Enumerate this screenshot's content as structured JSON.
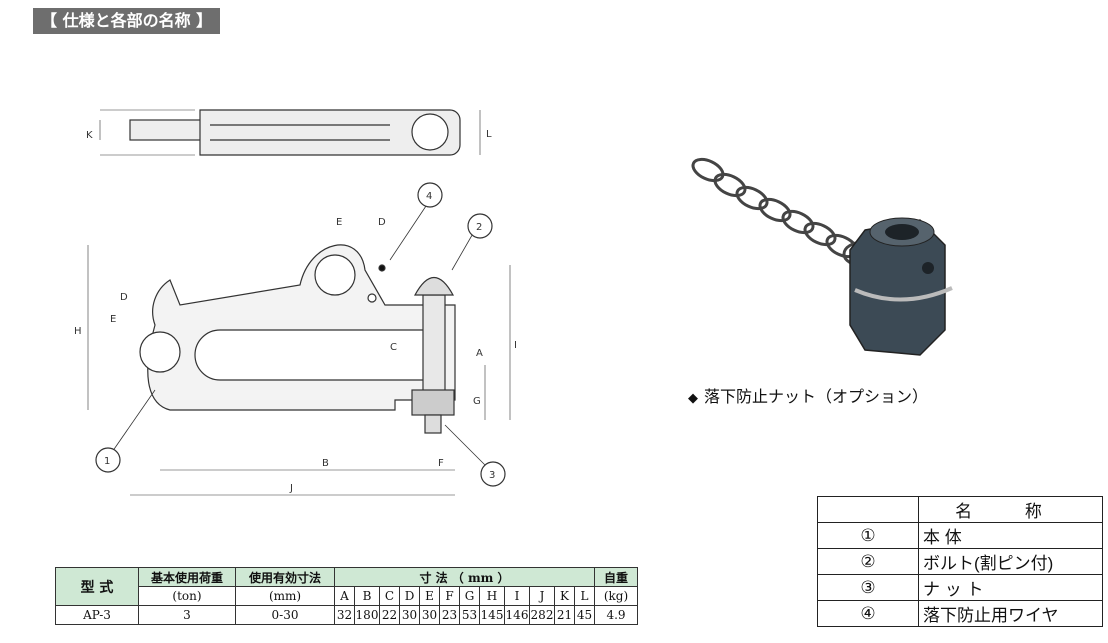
{
  "header": {
    "title": "【 仕様と各部の名称 】"
  },
  "drawing": {
    "dim_labels": {
      "K": "K",
      "L": "L",
      "E": "E",
      "D": "D",
      "H": "H",
      "C": "C",
      "A": "A",
      "I": "I",
      "G": "G",
      "B": "B",
      "F": "F",
      "J": "J"
    },
    "callouts": {
      "c1": "1",
      "c2": "2",
      "c3": "3",
      "c4": "4"
    }
  },
  "photo": {
    "caption_bullet": "◆",
    "caption": "落下防止ナット（オプション）"
  },
  "spec_table": {
    "col_model": "型 式",
    "col_load": "基本使用荷重",
    "col_load_unit": "(ton)",
    "col_range": "使用有効寸法",
    "col_range_unit": "(mm)",
    "col_dims": "寸 法 （ mm ）",
    "col_weight": "自重",
    "col_weight_unit": "(kg)",
    "dim_headers": [
      "A",
      "B",
      "C",
      "D",
      "E",
      "F",
      "G",
      "H",
      "I",
      "J",
      "K",
      "L"
    ],
    "row": {
      "model": "AP-3",
      "load": "3",
      "range": "0-30",
      "dims": [
        "32",
        "180",
        "22",
        "30",
        "30",
        "23",
        "53",
        "145",
        "146",
        "282",
        "21",
        "45"
      ],
      "weight": "4.9"
    }
  },
  "parts_table": {
    "title": "名 称",
    "items": [
      {
        "num": "①",
        "name": "本 体"
      },
      {
        "num": "②",
        "name": "ボルト(割ピン付)"
      },
      {
        "num": "③",
        "name": "ナ ッ ト"
      },
      {
        "num": "④",
        "name": "落下防止用ワイヤ"
      }
    ]
  }
}
